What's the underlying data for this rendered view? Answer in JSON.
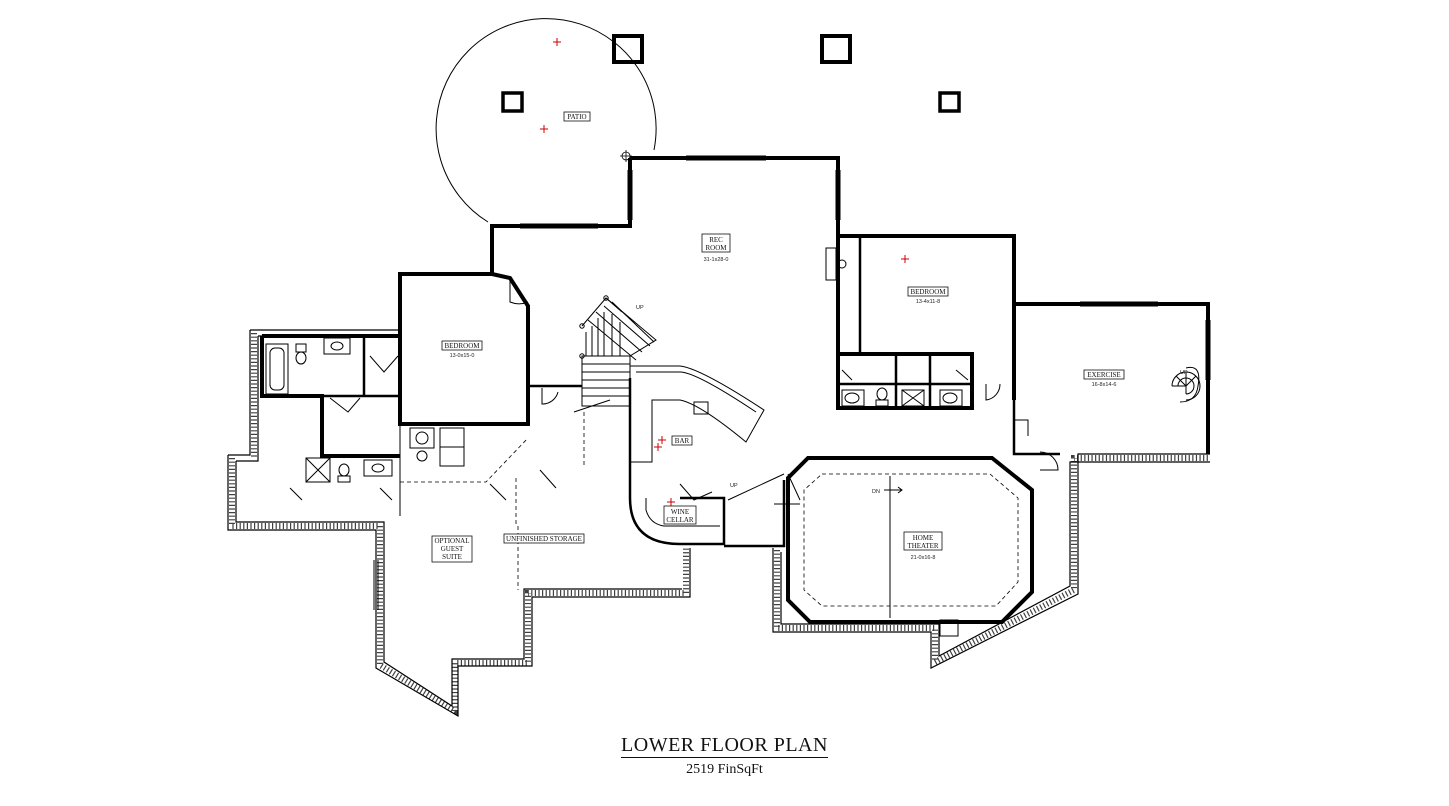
{
  "plan": {
    "title": "LOWER FLOOR PLAN",
    "subtitle": "2519 FinSqFt"
  },
  "rooms": {
    "patio": "PATIO",
    "rec_room": {
      "name_line1": "REC",
      "name_line2": "ROOM",
      "dims": "31-1x28-0"
    },
    "bedroom_west": {
      "name": "BEDROOM",
      "dims": "13-0x15-0"
    },
    "bedroom_east": {
      "name": "BEDROOM",
      "dims": "13-4x11-8"
    },
    "exercise": {
      "name": "EXERCISE",
      "dims": "16-8x14-6"
    },
    "bar": "BAR",
    "wine_cellar": {
      "line1": "WINE",
      "line2": "CELLAR"
    },
    "home_theater": {
      "line1": "HOME",
      "line2": "THEATER",
      "dims": "21-0x16-8"
    },
    "guest_suite": {
      "line1": "OPTIONAL",
      "line2": "GUEST",
      "line3": "SUITE"
    },
    "unfinished_storage": "UNFINISHED STORAGE"
  },
  "annotations": {
    "stair_up": "UP",
    "stair_up_2": "UP",
    "theater_dn": "DN",
    "spiral_up": "UP"
  },
  "colors": {
    "line": "#000000",
    "marker": "#cc0000",
    "background": "#ffffff"
  }
}
